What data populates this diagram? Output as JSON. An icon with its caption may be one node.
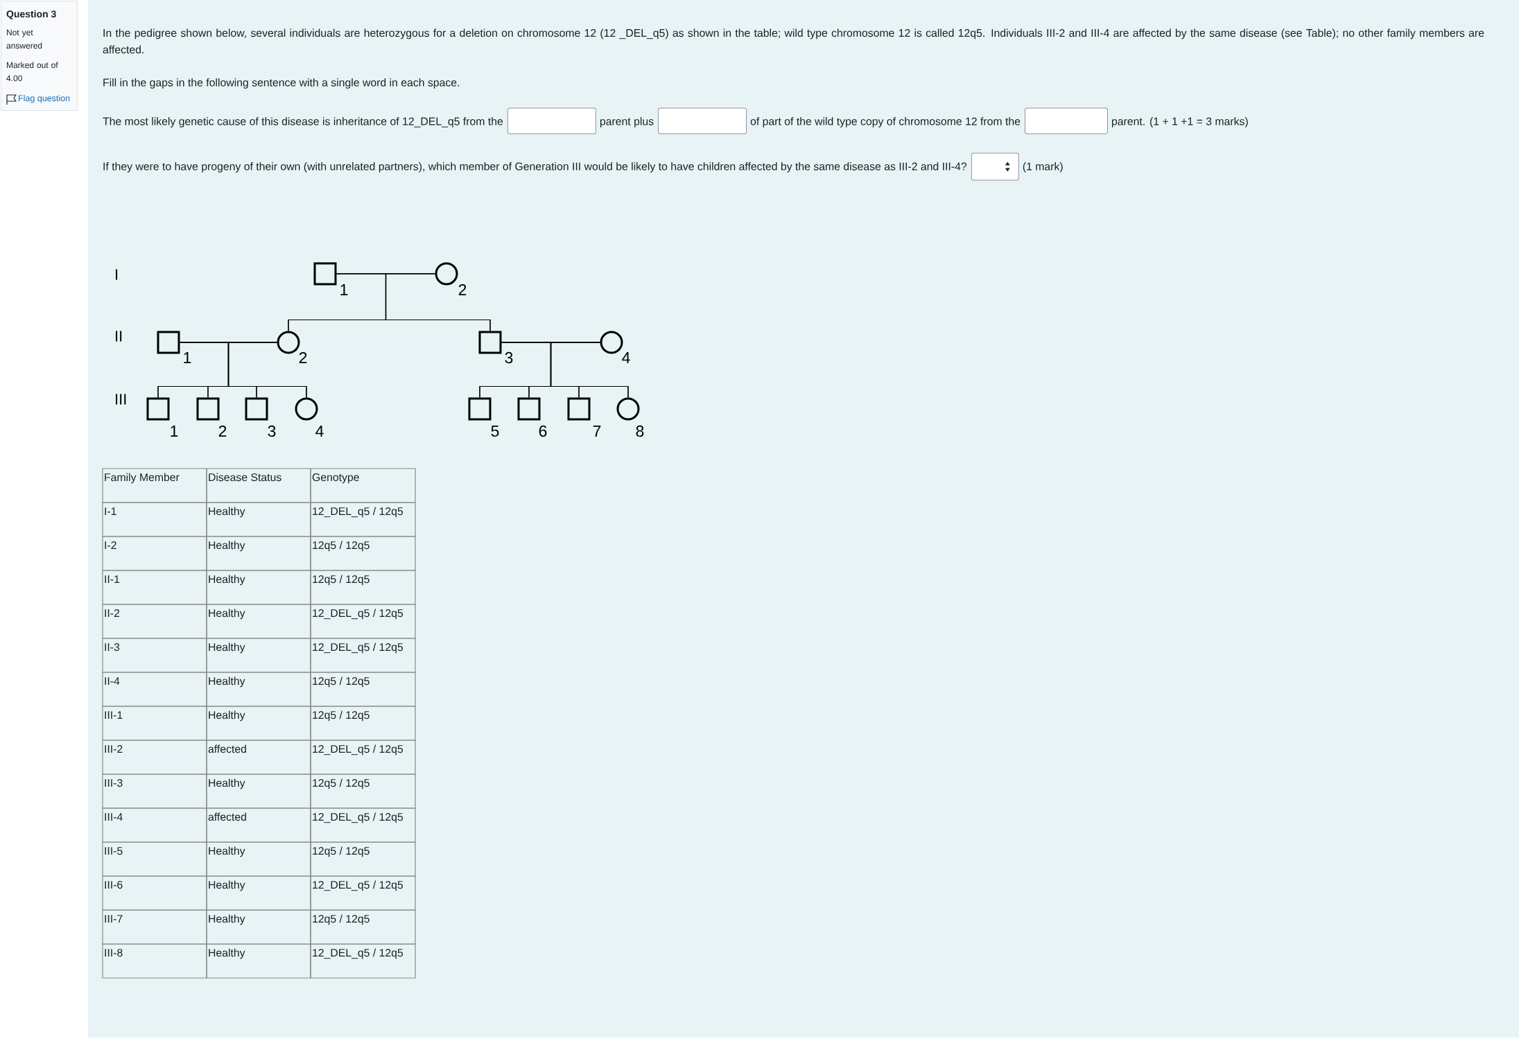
{
  "diagram": {
    "nodes": [
      {
        "text": [
          "Question 3",
          "Not yet answered",
          "Marked out of 4.00",
          "Flag question"
        ]
      },
      {
        "text": [],
        "shape": "box",
        "beside": [
          "1"
        ]
      },
      {
        "text": [],
        "shape": "circle",
        "beside": [
          "2"
        ]
      },
      {
        "text": [],
        "shape": "box",
        "beside": [
          "1"
        ]
      },
      {
        "text": [],
        "shape": "circle",
        "beside": [
          "2"
        ]
      },
      {
        "text": [],
        "shape": "box",
        "beside": [
          "3"
        ]
      },
      {
        "text": [],
        "shape": "circle",
        "beside": [
          "4"
        ]
      },
      {
        "text": [],
        "shape": "box",
        "beside": [
          "1"
        ]
      },
      {
        "text": [],
        "shape": "box",
        "beside": [
          "2"
        ]
      },
      {
        "text": [],
        "shape": "box",
        "beside": [
          "3"
        ]
      },
      {
        "text": [],
        "shape": "circle",
        "beside": [
          "4"
        ]
      },
      {
        "text": [],
        "shape": "box",
        "beside": [
          "5"
        ]
      },
      {
        "text": [],
        "shape": "box",
        "beside": [
          "6"
        ]
      },
      {
        "text": [],
        "shape": "box",
        "beside": [
          "7"
        ]
      },
      {
        "text": [],
        "shape": "circle",
        "beside": [
          "8"
        ]
      }
    ],
    "edges": [
      {
        "from": 1,
        "to": 2,
        "arrow": "none"
      },
      {
        "from": 3,
        "to": 4,
        "arrow": "none"
      },
      {
        "from": 5,
        "to": 6,
        "arrow": "none"
      },
      {
        "from": 1,
        "to": 4,
        "arrow": "none"
      },
      {
        "from": 2,
        "to": 4,
        "arrow": "none"
      },
      {
        "from": 1,
        "to": 5,
        "arrow": "none"
      },
      {
        "from": 2,
        "to": 5,
        "arrow": "none"
      },
      {
        "from": 3,
        "to": 7,
        "arrow": "none"
      },
      {
        "from": 4,
        "to": 7,
        "arrow": "none"
      },
      {
        "from": 3,
        "to": 8,
        "arrow": "none"
      },
      {
        "from": 4,
        "to": 8,
        "arrow": "none"
      },
      {
        "from": 3,
        "to": 9,
        "arrow": "none"
      },
      {
        "from": 4,
        "to": 9,
        "arrow": "none"
      },
      {
        "from": 3,
        "to": 10,
        "arrow": "none"
      },
      {
        "from": 4,
        "to": 10,
        "arrow": "none"
      },
      {
        "from": 5,
        "to": 11,
        "arrow": "none"
      },
      {
        "from": 6,
        "to": 11,
        "arrow": "none"
      },
      {
        "from": 5,
        "to": 12,
        "arrow": "none"
      },
      {
        "from": 6,
        "to": 12,
        "arrow": "none"
      },
      {
        "from": 5,
        "to": 13,
        "arrow": "none"
      },
      {
        "from": 6,
        "to": 13,
        "arrow": "none"
      },
      {
        "from": 5,
        "to": 14,
        "arrow": "none"
      },
      {
        "from": 6,
        "to": 14,
        "arrow": "none"
      }
    ],
    "labels": [
      "In the pedigree shown below, several individuals are heterozygous for a deletion on chromosome 12 (12 _DEL_q5) as shown in the table; wild type chromosome 12 is called 12q5. Individuals III-2 and III-4 are affected by the same disease (see Table); no other family members are affected.",
      "Fill in the gaps in the following sentence with a single word in each space.",
      "The most likely genetic cause of this disease is inheritance of 12_DEL_q5 from the",
      "parent plus",
      "of part of the wild type copy of chromosome 12 from the",
      "parent. (1 + 1 +1 = 3 marks)",
      "If they were to have progeny of their own (with unrelated partners), which member of Generation III would be likely to have children affected by the same disease as III-2 and III-4?",
      "(1 mark)",
      "I",
      "II",
      "III",
      "Family Member",
      "Disease Status",
      "Genotype",
      "I-1",
      "Healthy",
      "12_DEL_q5 / 12q5",
      "I-2",
      "Healthy",
      "12q5 / 12q5",
      "II-1",
      "Healthy",
      "12q5 / 12q5",
      "II-2",
      "Healthy",
      "12_DEL_q5 / 12q5",
      "II-3",
      "Healthy",
      "12_DEL_q5 / 12q5",
      "II-4",
      "Healthy",
      "12q5 / 12q5",
      "III-1",
      "Healthy",
      "12q5 / 12q5",
      "III-2",
      "affected",
      "12_DEL_q5 / 12q5",
      "III-3",
      "Healthy",
      "12q5 / 12q5",
      "III-4",
      "affected",
      "12_DEL_q5 / 12q5",
      "III-5",
      "Healthy",
      "12q5 / 12q5",
      "III-6",
      "Healthy",
      "12_DEL_q5 / 12q5",
      "III-7",
      "Healthy",
      "12q5 / 12q5",
      "III-8",
      "Healthy",
      "12_DEL_q5 / 12q5"
    ]
  }
}
